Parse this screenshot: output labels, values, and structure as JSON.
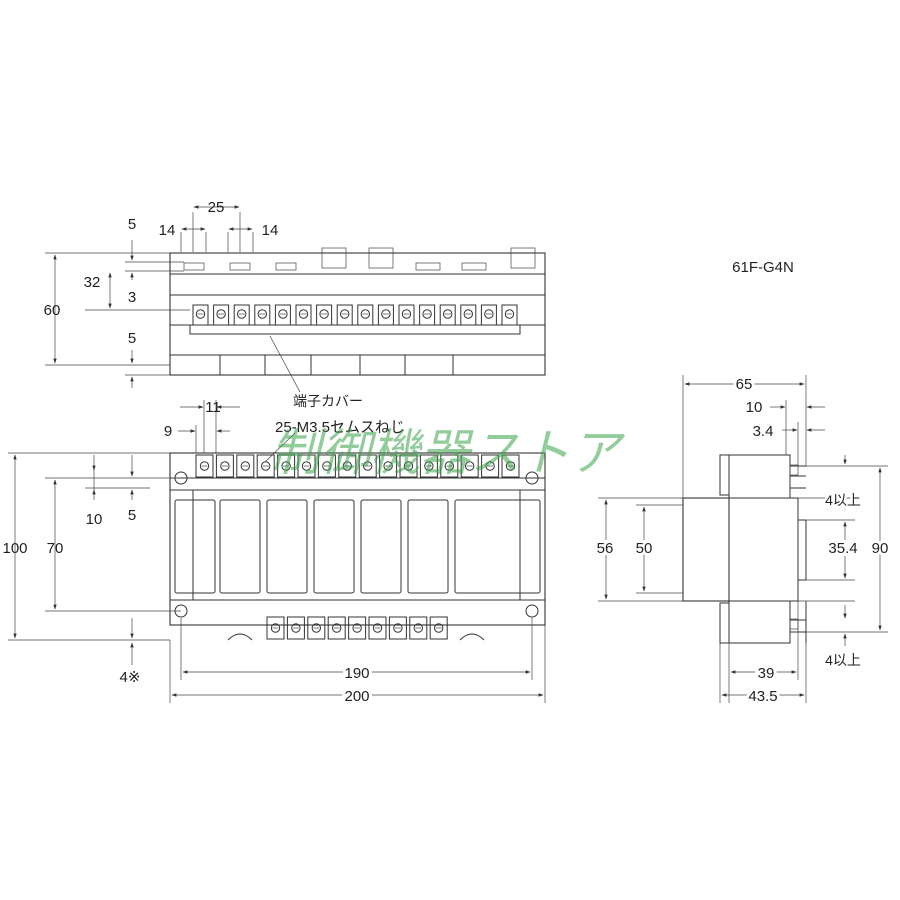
{
  "model_label": "61F-G4N",
  "watermark": "制御機器ストア",
  "top_view": {
    "dim_25": "25",
    "dim_14_left": "14",
    "dim_14_right": "14",
    "dim_5_top": "5",
    "dim_32": "32",
    "dim_3": "3",
    "dim_60": "60",
    "dim_5_bottom": "5",
    "callout_terminal_cover": "端子カバー"
  },
  "front_view": {
    "dim_11": "11",
    "dim_9": "9",
    "callout_screws": "25-M3.5セムスねじ",
    "dim_100": "100",
    "dim_70": "70",
    "dim_10": "10",
    "dim_5": "5",
    "dim_4_note": "4※",
    "dim_190": "190",
    "dim_200": "200"
  },
  "side_view": {
    "dim_65": "65",
    "dim_10": "10",
    "dim_3_4": "3.4",
    "dim_4_top": "4以上",
    "dim_56": "56",
    "dim_50": "50",
    "dim_35_4": "35.4",
    "dim_90": "90",
    "dim_4_bottom": "4以上",
    "dim_39": "39",
    "dim_43_5": "43.5"
  }
}
